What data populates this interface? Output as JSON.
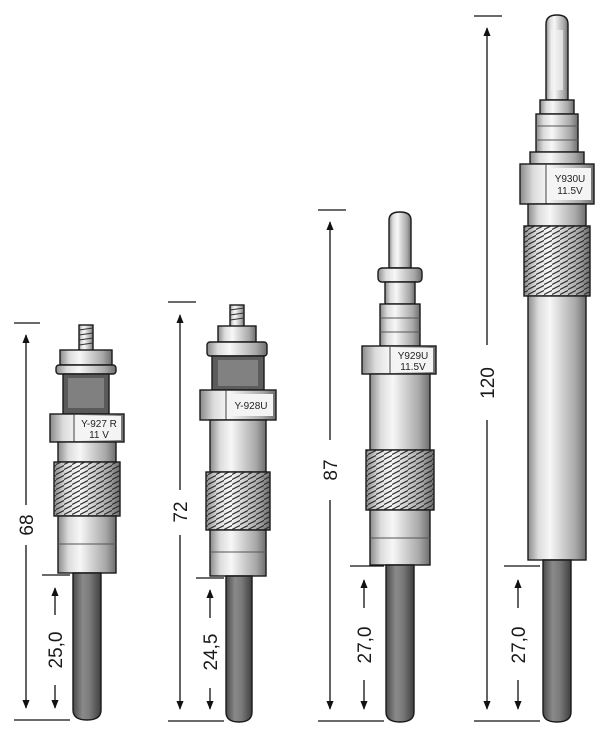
{
  "plugs": [
    {
      "id": "y927",
      "part_line1": "Y-927 R",
      "part_line2": "11 V",
      "overall_length": "68",
      "tip_length": "25,0"
    },
    {
      "id": "y928",
      "part_line1": "Y-928U",
      "part_line2": "",
      "overall_length": "72",
      "tip_length": "24,5"
    },
    {
      "id": "y929",
      "part_line1": "Y929U",
      "part_line2": "11.5V",
      "overall_length": "87",
      "tip_length": "27,0"
    },
    {
      "id": "y930",
      "part_line1": "Y930U",
      "part_line2": "11.5V",
      "overall_length": "120",
      "tip_length": "27,0"
    }
  ],
  "colors": {
    "ink": "#1a1a1a",
    "metal_light": "#e6e6e6",
    "metal_mid": "#b9b9b9",
    "metal_dark": "#777777",
    "tip": "#6f6f6f"
  }
}
